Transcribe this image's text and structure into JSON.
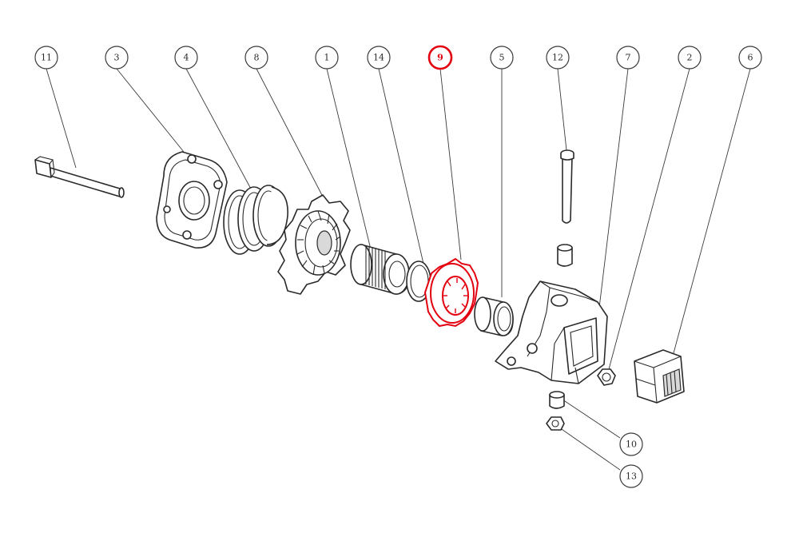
{
  "diagram": {
    "highlight_color": "#e3000f",
    "line_color": "#2a2a2a",
    "callouts": [
      {
        "id": "c11",
        "label": "11",
        "highlight": false
      },
      {
        "id": "c3",
        "label": "3",
        "highlight": false
      },
      {
        "id": "c4",
        "label": "4",
        "highlight": false
      },
      {
        "id": "c8",
        "label": "8",
        "highlight": false
      },
      {
        "id": "c1",
        "label": "1",
        "highlight": false
      },
      {
        "id": "c14",
        "label": "14",
        "highlight": false
      },
      {
        "id": "c9",
        "label": "9",
        "highlight": true
      },
      {
        "id": "c5",
        "label": "5",
        "highlight": false
      },
      {
        "id": "c12",
        "label": "12",
        "highlight": false
      },
      {
        "id": "c7",
        "label": "7",
        "highlight": false
      },
      {
        "id": "c2",
        "label": "2",
        "highlight": false
      },
      {
        "id": "c6",
        "label": "6",
        "highlight": false
      },
      {
        "id": "c10",
        "label": "10",
        "highlight": false
      },
      {
        "id": "c13",
        "label": "13",
        "highlight": false
      }
    ]
  }
}
